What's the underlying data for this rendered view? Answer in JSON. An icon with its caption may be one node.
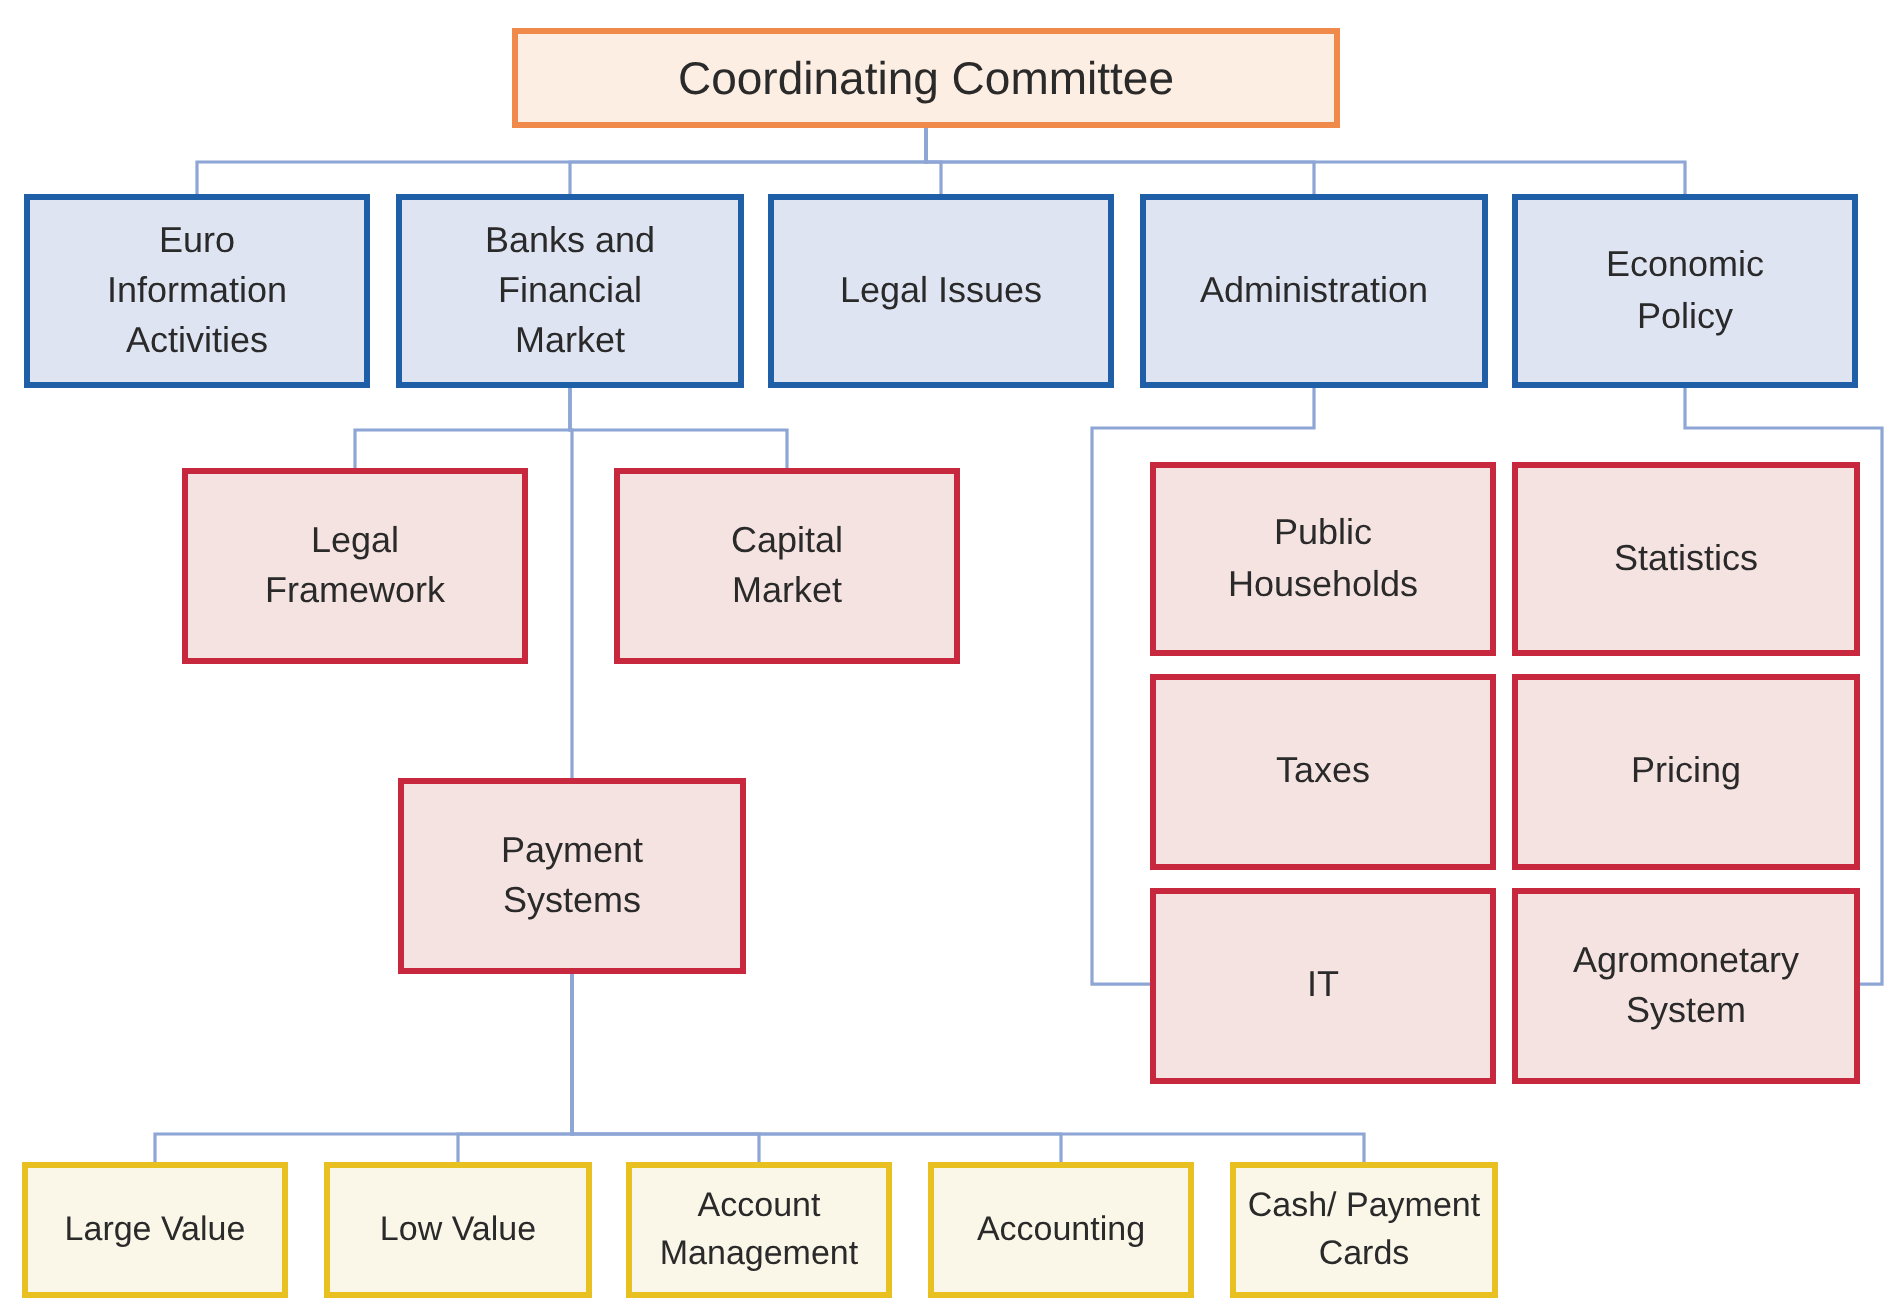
{
  "diagram": {
    "nodes": [
      {
        "text": [
          "Coordinating Committee"
        ]
      },
      {
        "text": [
          "Euro Information Activities"
        ]
      },
      {
        "text": [
          "Banks and Financial Market"
        ]
      },
      {
        "text": [
          "Legal Issues"
        ]
      },
      {
        "text": [
          "Administration"
        ]
      },
      {
        "text": [
          "Economic Policy"
        ]
      },
      {
        "text": [
          "Legal Framework"
        ]
      },
      {
        "text": [
          "Capital Market"
        ]
      },
      {
        "text": [
          "Payment Systems"
        ]
      },
      {
        "text": [
          "Public Households"
        ]
      },
      {
        "text": [
          "Statistics"
        ]
      },
      {
        "text": [
          "Taxes"
        ]
      },
      {
        "text": [
          "Pricing"
        ]
      },
      {
        "text": [
          "IT"
        ]
      },
      {
        "text": [
          "Agromonetary System"
        ]
      },
      {
        "text": [
          "Large Value"
        ]
      },
      {
        "text": [
          "Low Value"
        ]
      },
      {
        "text": [
          "Account Management"
        ]
      },
      {
        "text": [
          "Accounting"
        ]
      },
      {
        "text": [
          "Cash/ Payment Cards"
        ]
      }
    ],
    "edges": [
      {
        "from": 0,
        "to": 1,
        "arrow": "none"
      },
      {
        "from": 0,
        "to": 2,
        "arrow": "none"
      },
      {
        "from": 0,
        "to": 3,
        "arrow": "none"
      },
      {
        "from": 0,
        "to": 4,
        "arrow": "none"
      },
      {
        "from": 0,
        "to": 5,
        "arrow": "none"
      },
      {
        "from": 2,
        "to": 6,
        "arrow": "none"
      },
      {
        "from": 2,
        "to": 7,
        "arrow": "none"
      },
      {
        "from": 2,
        "to": 8,
        "arrow": "none"
      },
      {
        "from": 4,
        "to": 13,
        "arrow": "none"
      },
      {
        "from": 5,
        "to": 14,
        "arrow": "none"
      },
      {
        "from": 8,
        "to": 15,
        "arrow": "none"
      },
      {
        "from": 8,
        "to": 16,
        "arrow": "none"
      },
      {
        "from": 8,
        "to": 17,
        "arrow": "none"
      },
      {
        "from": 8,
        "to": 18,
        "arrow": "none"
      },
      {
        "from": 8,
        "to": 19,
        "arrow": "none"
      }
    ]
  }
}
